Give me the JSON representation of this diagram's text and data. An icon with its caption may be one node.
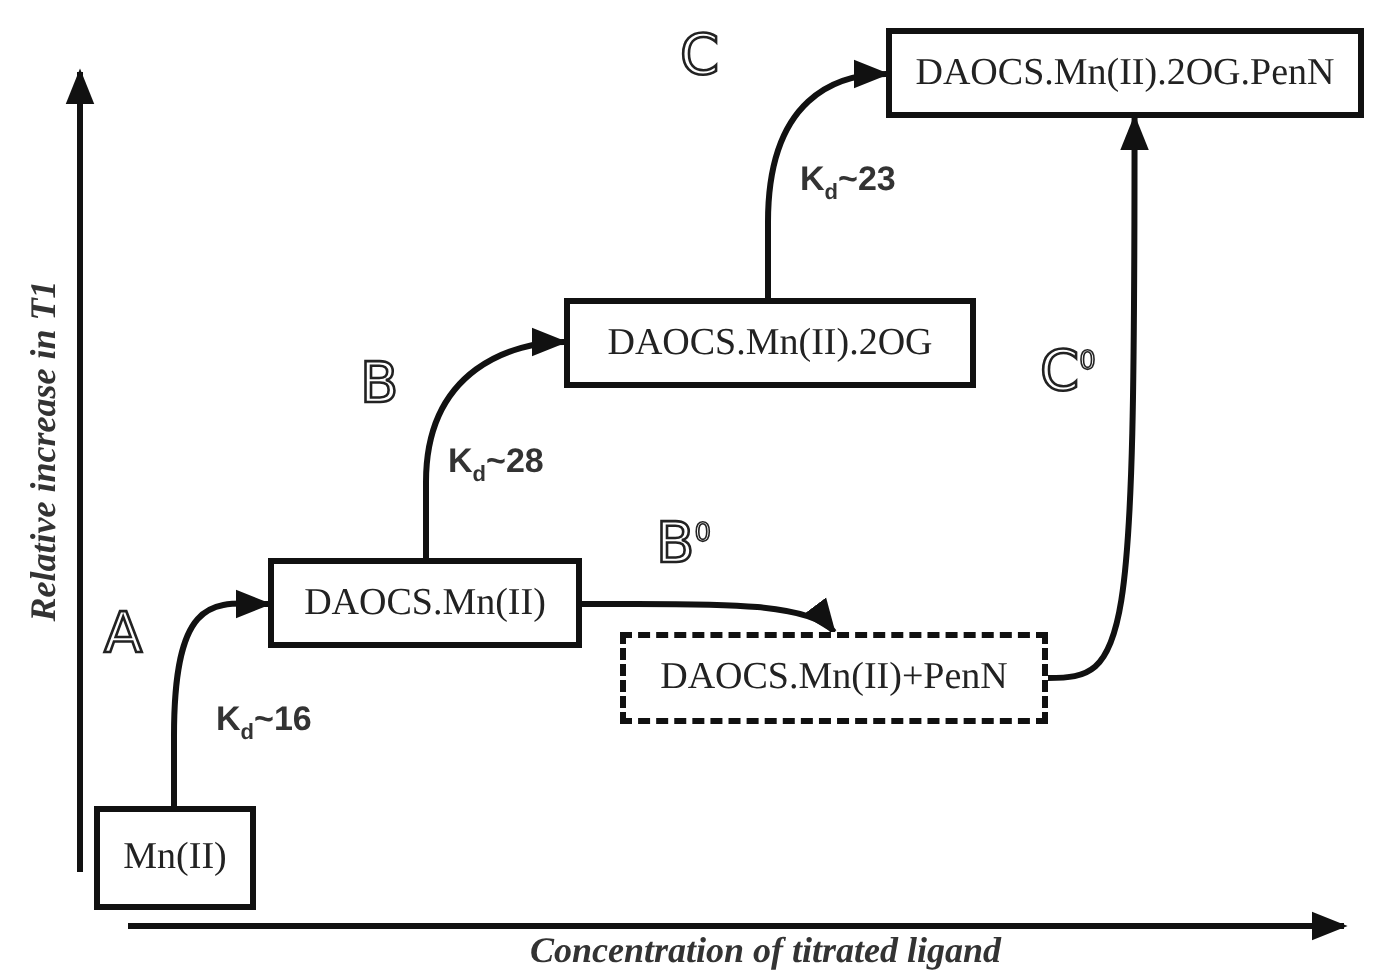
{
  "diagram": {
    "nodes": [
      {
        "text": [
          "Mn(II)"
        ]
      },
      {
        "text": [
          "DAOCS.Mn(II)"
        ]
      },
      {
        "text": [
          "DAOCS.Mn(II).2OG"
        ]
      },
      {
        "text": [
          "DAOCS.Mn(II).2OG.PenN"
        ]
      },
      {
        "text": [
          "DAOCS.Mn(II)+PenN"
        ]
      }
    ],
    "edges": [
      {
        "from": 0,
        "to": 1,
        "arrow": "to",
        "label": "A"
      },
      {
        "from": 1,
        "to": 2,
        "arrow": "to",
        "label": "B"
      },
      {
        "from": 2,
        "to": 3,
        "arrow": "to",
        "label": "C"
      },
      {
        "from": 1,
        "to": 4,
        "arrow": "to",
        "label": "B$^{0}$"
      },
      {
        "from": 4,
        "to": 3,
        "arrow": "to",
        "label": "C$^{0}$"
      }
    ],
    "labels": [
      "K$_{d}$~16",
      "K$_{d}$~28",
      "K$_{d}$~23",
      "Relative increase in T1",
      "Concentration of titrated ligand"
    ]
  }
}
